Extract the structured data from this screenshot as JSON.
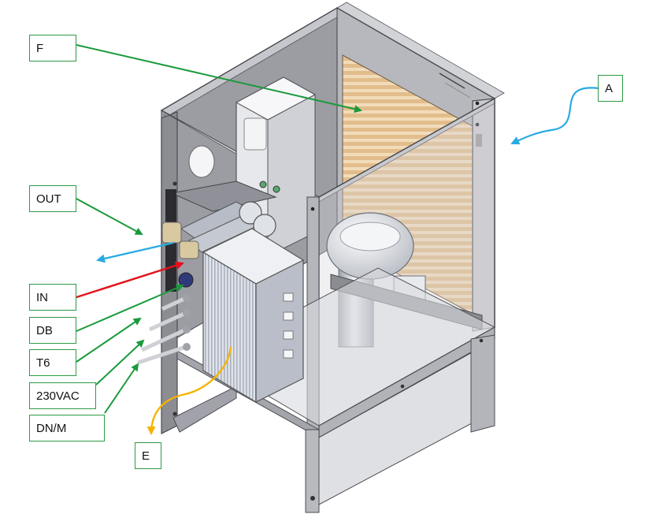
{
  "labels": {
    "f": "F",
    "a": "A",
    "out": "OUT",
    "in": "IN",
    "db": "DB",
    "t6": "T6",
    "v230": "230VAC",
    "dnm": "DN/M",
    "e": "E"
  },
  "colors": {
    "label_border": "#2e9a45",
    "leader_green": "#1a9a3c",
    "arrow_blue": "#29abe2",
    "arrow_red": "#e3121a",
    "arrow_orange": "#f5b300",
    "panel_gray": "#8f8f95",
    "panel_light": "#cfd0d4",
    "grille_tan": "#e9c89a",
    "fins": "#cdd2da"
  },
  "icons": [
    "refrigeration-dryer-unit",
    "condenser-grille",
    "compressor",
    "heat-exchanger",
    "pipe-fittings"
  ]
}
